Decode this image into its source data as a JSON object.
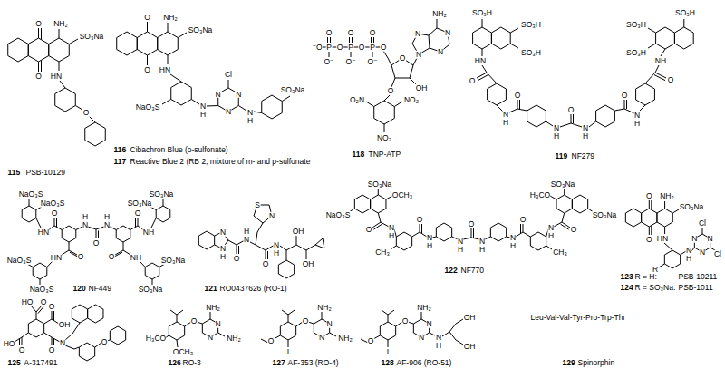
{
  "diagram": {
    "labels": [
      "O",
      "O",
      "NH₂",
      "SO₃Na",
      "HN",
      "O",
      "115",
      "PSB-10129",
      "O",
      "O",
      "NH₂",
      "SO₃Na",
      "HN",
      "NaO₃S",
      "N",
      "H",
      "Cl",
      "N",
      "N",
      "N",
      "N",
      "H",
      "SO₃Na",
      "116",
      "Cibachron Blue (o-sulfonate)",
      "117",
      "Reactive Blue 2 (RB 2, mixture of m- and p-sulfonate",
      "⁻O",
      "P",
      "O",
      "P",
      "O",
      "P",
      "O",
      "O",
      "O",
      "O",
      "O⁻",
      "O⁻",
      "O⁻",
      "O",
      "N",
      "N",
      "N",
      "N",
      "NH₂",
      "OH",
      "O",
      "O₂N",
      "NO₂",
      "NO₂",
      "118",
      "TNP-ATP",
      "SO₃H",
      "SO₃H",
      "SO₃H",
      "HN",
      "O",
      "N",
      "H",
      "O",
      "N",
      "H",
      "O",
      "N",
      "H",
      "O",
      "N",
      "H",
      "O",
      "NH",
      "SO₃H",
      "SO₃H",
      "SO₃H",
      "119",
      "NF279",
      "N",
      "H",
      "N",
      "H",
      "O",
      "O",
      "HN",
      "NaO₃S",
      "NaO₃S",
      "O",
      "HN",
      "NaO₃S",
      "NaO₃S",
      "O",
      "NH",
      "SO₃Na",
      "SO₃Na",
      "O",
      "NH",
      "SO₃Na",
      "SO₃Na",
      "120",
      "NF449",
      "N",
      "N",
      "H",
      "O",
      "N",
      "H",
      "S",
      "N",
      "O",
      "N",
      "H",
      "OH",
      "OH",
      "121",
      "RO0437626 (RO-1)",
      "SO₃Na",
      "OCH₃",
      "NaO₃S",
      "O",
      "N",
      "H",
      "CH₃",
      "O",
      "N",
      "H",
      "N",
      "H",
      "O",
      "N",
      "H",
      "N",
      "H",
      "O",
      "CH₃",
      "N",
      "H",
      "O",
      "H₃CO",
      "SO₃Na",
      "SO₃Na",
      "122",
      "NF770",
      "O",
      "O",
      "NH₂",
      "SO₃Na",
      "HN",
      "R",
      "N",
      "H",
      "Cl",
      "Cl",
      "N",
      "N",
      "N",
      "123",
      "R = H:",
      "PSB-10211",
      "124",
      "R = SO₃Na:",
      "PSB-1011",
      "HO",
      "O",
      "O",
      "OH",
      "O",
      "HO",
      "O",
      "N",
      "O",
      "125",
      "A-317491",
      "H₃CO",
      "OCH₃",
      "O",
      "NH₂",
      "N",
      "N",
      "NH₂",
      "126",
      "RO-3",
      "O",
      "I",
      "O",
      "NH₂",
      "N",
      "N",
      "NH₂",
      "127",
      "AF-353 (RO-4)",
      "O",
      "I",
      "O",
      "NH₂",
      "N",
      "N",
      "N",
      "H",
      "OH",
      "OH",
      "128",
      "AF-906 (RO-51)",
      "Leu-Val-Val-Tyr-Pro-Trp-Thr",
      "129",
      "Spinorphin"
    ]
  }
}
